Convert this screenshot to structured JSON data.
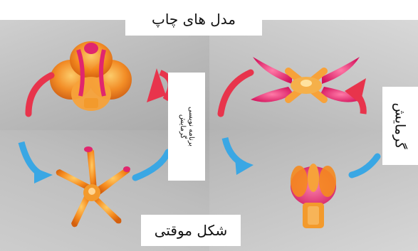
{
  "labels": {
    "top": "مدل های چاپ",
    "bottom": "شکل موقتی",
    "center_line1": "برنامه نویسی",
    "center_line2": "گرمایش",
    "right": "گرمایش"
  },
  "colors": {
    "arrow_red": "#e8344c",
    "arrow_blue": "#3aa7e4",
    "flower_orange": "#f58a1e",
    "flower_pink": "#e0266e"
  }
}
